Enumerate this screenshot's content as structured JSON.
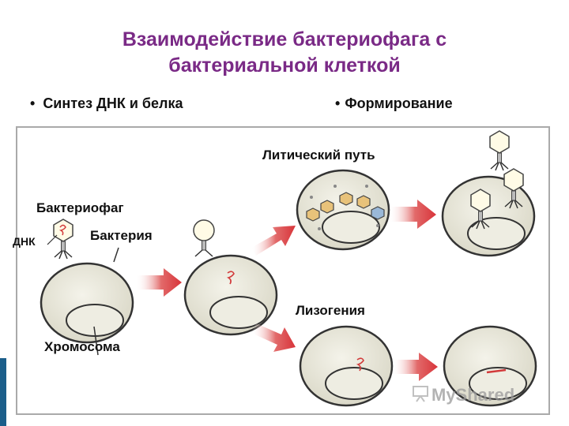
{
  "title": {
    "line1": "Взаимодействие бактериофага с",
    "line2": "бактериальной клеткой"
  },
  "bullets": {
    "left": "Синтез ДНК и белка",
    "right": "Формирование"
  },
  "labels": {
    "lytic": "Литический путь",
    "lysogeny": "Лизогения",
    "phage": "Бактериофаг",
    "dna": "ДНК",
    "bacterium": "Бактерия",
    "chromosome": "Хромосома"
  },
  "watermark": "MyShared",
  "colors": {
    "title": "#7a2a86",
    "cell_fill": "#e8e6d8",
    "arrow": "#d8343a",
    "dna": "#d23a3a",
    "side_bar": "#1b5e8a"
  }
}
